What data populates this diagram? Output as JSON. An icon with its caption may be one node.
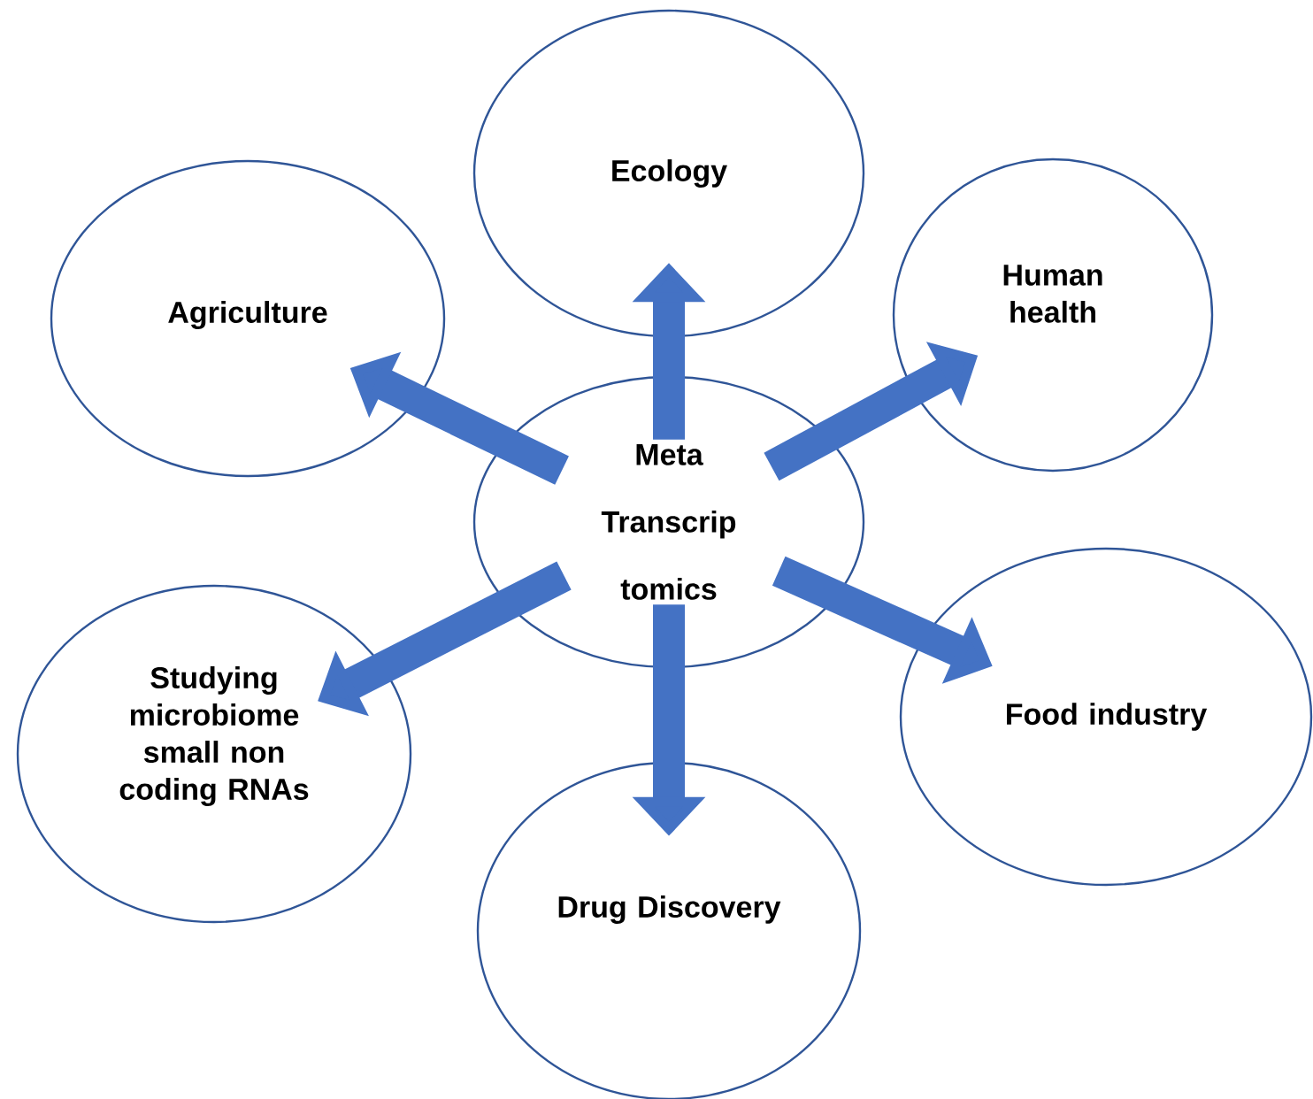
{
  "diagram": {
    "nodes": [
      {
        "text": [
          "Meta Transcrip tomics"
        ]
      },
      {
        "text": [
          "Ecology"
        ]
      },
      {
        "text": [
          "Agriculture"
        ]
      },
      {
        "text": [
          "Human health"
        ]
      },
      {
        "text": [
          "Studying microbiome small non coding RNAs"
        ]
      },
      {
        "text": [
          "Food industry"
        ]
      },
      {
        "text": [
          "Drug Discovery"
        ]
      }
    ],
    "edges": [
      {
        "from": 0,
        "to": 1,
        "arrow": "to"
      },
      {
        "from": 0,
        "to": 2,
        "arrow": "to"
      },
      {
        "from": 0,
        "to": 3,
        "arrow": "to"
      },
      {
        "from": 0,
        "to": 4,
        "arrow": "to"
      },
      {
        "from": 0,
        "to": 5,
        "arrow": "to"
      },
      {
        "from": 0,
        "to": 6,
        "arrow": "to"
      }
    ]
  }
}
